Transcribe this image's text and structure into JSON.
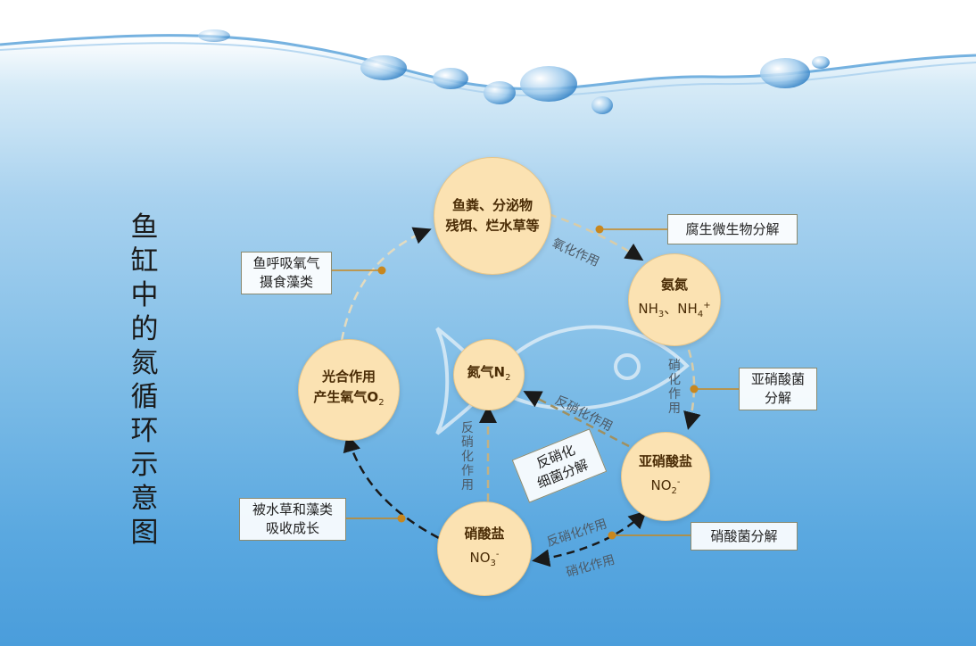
{
  "title": [
    "鱼",
    "缸",
    "中",
    "的",
    "氮",
    "循",
    "环",
    "示",
    "意",
    "图"
  ],
  "nodes": {
    "waste": {
      "line1": "鱼粪、分泌物",
      "line2": "残饵、烂水草等"
    },
    "ammonia": {
      "line1": "氨氮",
      "f1": "NH",
      "s1": "3",
      "sep": "、NH",
      "s2": "4",
      "s3": "+"
    },
    "nitrite": {
      "line1": "亚硝酸盐",
      "f1": "NO",
      "s1": "2",
      "s2": "-"
    },
    "nitrate": {
      "line1": "硝酸盐",
      "f1": "NO",
      "s1": "3",
      "s2": "-"
    },
    "photo": {
      "line1": "光合作用",
      "f1": "产生氧气O",
      "s1": "2"
    },
    "nitrogen": {
      "f1": "氮气N",
      "s1": "2"
    }
  },
  "boxes": {
    "decompose": "腐生微生物分解",
    "nitrite_bac": {
      "line1": "亚硝酸菌",
      "line2": "分解"
    },
    "nitrate_bac": "硝酸菌分解",
    "fish": {
      "line1": "鱼呼吸氧气",
      "line2": "摄食藻类"
    },
    "plants": {
      "line1": "被水草和藻类",
      "line2": "吸收成长"
    },
    "denitrify": {
      "line1": "反硝化",
      "line2": "细菌分解"
    }
  },
  "labels": {
    "oxidation": "氧化作用",
    "nitrification_v": [
      "硝",
      "化",
      "作",
      "用"
    ],
    "denit_diag": "反硝化作用",
    "denit_v": [
      "反",
      "硝",
      "化",
      "作",
      "用"
    ],
    "denit_lower": "反硝化作用",
    "nitrification_lower": "硝化作用"
  },
  "colors": {
    "circle_fill": "#fbe2b2",
    "circle_text": "#4a2c06",
    "arrow_dark": "#1a1a1a",
    "arrow_light": "#d8cca8",
    "arrow_mid": "#a09060",
    "dot": "#c8871e"
  }
}
